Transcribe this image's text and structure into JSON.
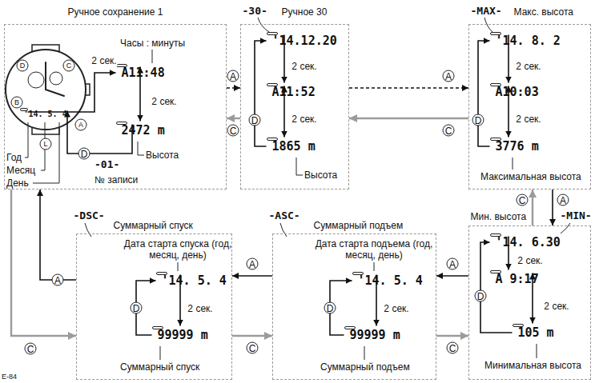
{
  "diagram": {
    "nodes": [
      {
        "text": [
          "Ручное сохранение 1"
        ]
      },
      {
        "text": [
          "'14. 5. 4"
        ],
        "in": 0
      },
      {
        "text": [
          "A11:48"
        ],
        "in": 0
      },
      {
        "text": [
          "2472 m"
        ],
        "in": 0
      },
      {
        "text": [
          "-30-",
          "Ручное 30"
        ]
      },
      {
        "text": [
          "'14.12.20"
        ],
        "in": 4
      },
      {
        "text": [
          "A11:52"
        ],
        "in": 4
      },
      {
        "text": [
          "1865 m"
        ],
        "in": 4
      },
      {
        "text": [
          "-MAX-",
          "Макс. высота"
        ]
      },
      {
        "text": [
          "'14. 8. 2"
        ],
        "in": 8
      },
      {
        "text": [
          "A10:03"
        ],
        "in": 8
      },
      {
        "text": [
          "3776 m"
        ],
        "in": 8
      },
      {
        "text": [
          "-MIN-",
          "Мин. высота"
        ]
      },
      {
        "text": [
          "'14. 6.30"
        ],
        "in": 12
      },
      {
        "text": [
          "A 9:17"
        ],
        "in": 12
      },
      {
        "text": [
          "105 m"
        ],
        "in": 12
      },
      {
        "text": [
          "-ASC-",
          "Суммарный подъем"
        ]
      },
      {
        "text": [
          "'14. 5. 4"
        ],
        "in": 16
      },
      {
        "text": [
          "99999 m"
        ],
        "in": 16
      },
      {
        "text": [
          "-DSC-",
          "Суммарный спуск"
        ]
      },
      {
        "text": [
          "'14. 5. 4"
        ],
        "in": 19
      },
      {
        "text": [
          "99999 m"
        ],
        "in": 19
      }
    ],
    "edges": [
      {
        "from": 1,
        "to": 2,
        "label": "2 сек.",
        "arrow": "to"
      },
      {
        "from": 2,
        "to": 3,
        "label": "2 сек.",
        "arrow": "both"
      },
      {
        "from": 3,
        "to": 1,
        "label": "D",
        "arrow": "to"
      },
      {
        "from": 0,
        "to": 4,
        "label": "A",
        "arrow": "to"
      },
      {
        "from": 4,
        "to": 0,
        "label": "C",
        "arrow": "to"
      },
      {
        "from": 5,
        "to": 6,
        "label": "2 сек.",
        "arrow": "to"
      },
      {
        "from": 6,
        "to": 7,
        "label": "2 сек.",
        "arrow": "both"
      },
      {
        "from": 7,
        "to": 5,
        "label": "D",
        "arrow": "to"
      },
      {
        "from": 4,
        "to": 8,
        "label": "A",
        "arrow": "to"
      },
      {
        "from": 8,
        "to": 4,
        "label": "C",
        "arrow": "to"
      },
      {
        "from": 9,
        "to": 10,
        "label": "2 сек.",
        "arrow": "to"
      },
      {
        "from": 10,
        "to": 11,
        "label": "2 сек.",
        "arrow": "both"
      },
      {
        "from": 11,
        "to": 9,
        "label": "D",
        "arrow": "to"
      },
      {
        "from": 8,
        "to": 12,
        "label": "A",
        "arrow": "to"
      },
      {
        "from": 12,
        "to": 8,
        "label": "C",
        "arrow": "to"
      },
      {
        "from": 13,
        "to": 14,
        "label": "2 сек.",
        "arrow": "to"
      },
      {
        "from": 14,
        "to": 15,
        "label": "2 сек.",
        "arrow": "both"
      },
      {
        "from": 15,
        "to": 13,
        "label": "D",
        "arrow": "to"
      },
      {
        "from": 12,
        "to": 16,
        "label": "A",
        "arrow": "to"
      },
      {
        "from": 16,
        "to": 12,
        "label": "C",
        "arrow": "to"
      },
      {
        "from": 17,
        "to": 18,
        "label": "2 сек.",
        "arrow": "to"
      },
      {
        "from": 18,
        "to": 17,
        "label": "D",
        "arrow": "to"
      },
      {
        "from": 16,
        "to": 19,
        "label": "A",
        "arrow": "to"
      },
      {
        "from": 19,
        "to": 16,
        "label": "C",
        "arrow": "to"
      },
      {
        "from": 20,
        "to": 21,
        "label": "2 сек.",
        "arrow": "to"
      },
      {
        "from": 21,
        "to": 20,
        "label": "D",
        "arrow": "to"
      },
      {
        "from": 19,
        "to": 0,
        "label": "A",
        "arrow": "to"
      },
      {
        "from": 0,
        "to": 19,
        "label": "C",
        "arrow": "to"
      }
    ],
    "labels": [
      "Часы : минуты",
      "Высота",
      "Год",
      "Месяц",
      "День",
      "-01-",
      "№ записи",
      "D",
      "C",
      "B",
      "A",
      "L",
      "Высота",
      "Максимальная высота",
      "Минимальная высота",
      "Дата старта подъема (год, месяц, день)",
      "Суммарный подъем",
      "Дата старта спуска (год, месяц, день)",
      "Суммарный спуск",
      "E-84"
    ]
  }
}
